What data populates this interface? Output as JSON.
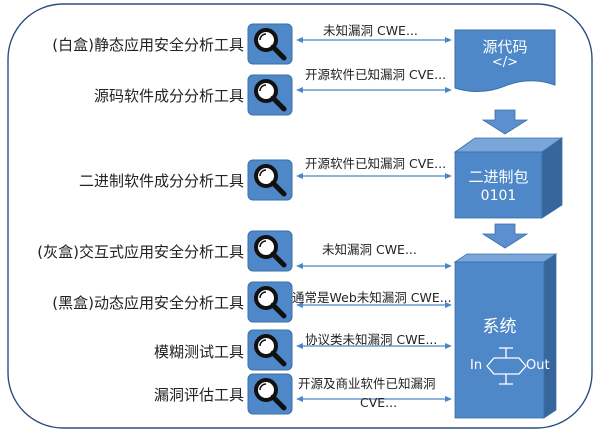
{
  "tools": [
    {
      "label": "(白盒)静态应用安全分析工具",
      "arrow_text": "未知漏洞 CWE..."
    },
    {
      "label": "源码软件成分分析工具",
      "arrow_text": "开源软件已知漏洞 CVE..."
    },
    {
      "label": "二进制软件成分分析工具",
      "arrow_text": "开源软件已知漏洞 CVE..."
    },
    {
      "label": "(灰盒)交互式应用安全分析工具",
      "arrow_text": "未知漏洞 CWE..."
    },
    {
      "label": "(黑盒)动态应用安全分析工具",
      "arrow_text": "通常是Web未知漏洞 CWE..."
    },
    {
      "label": "模糊测试工具",
      "arrow_text": "协议类未知漏洞 CWE..."
    },
    {
      "label": "漏洞评估工具",
      "arrow_text_line1": "开源及商业软件已知漏洞",
      "arrow_text_line2": "CVE..."
    }
  ],
  "targets": {
    "source": {
      "title": "源代码",
      "code_glyph": "</>"
    },
    "binary": {
      "title": "二进制包",
      "bits": "0101"
    },
    "system": {
      "title": "系统",
      "in_label": "In",
      "out_label": "Out"
    }
  },
  "icons": {
    "tool_icon": "magnifier-icon"
  },
  "colors": {
    "accent": "#4a86c8",
    "accent_dark": "#3a6fa8",
    "box_face": "#4e88c8",
    "box_side": "#36669c",
    "box_top": "#7aa7da",
    "arrow": "#5b8fcf",
    "frame": "#2c4f7c"
  }
}
